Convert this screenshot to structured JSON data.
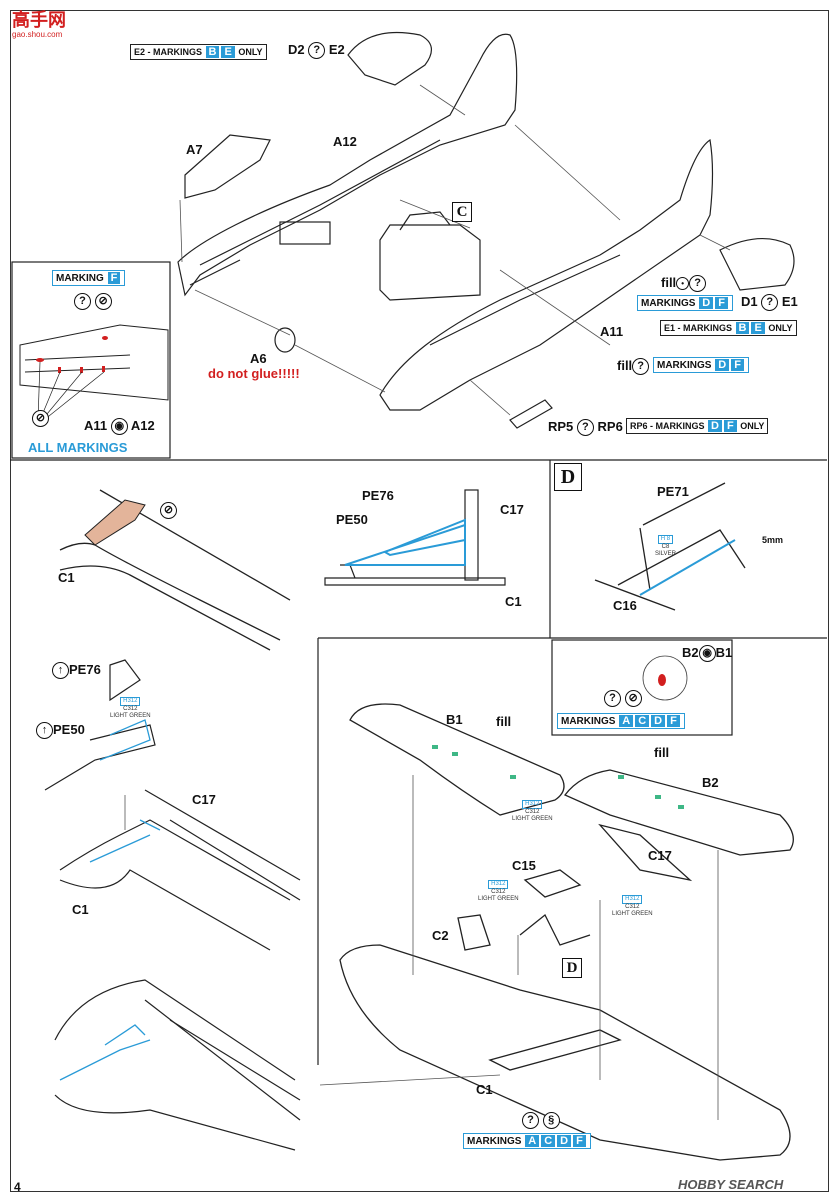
{
  "watermark": {
    "brand": "高手网",
    "url": "gao.shou.com"
  },
  "page_number": "4",
  "footer_logo": "HOBBY SEARCH",
  "top": {
    "e2_markings": {
      "prefix": "E2 - MARKINGS",
      "codes": [
        "B",
        "E"
      ],
      "suffix": "ONLY"
    },
    "d2_e2": {
      "left": "D2",
      "right": "E2"
    },
    "a7": "A7",
    "a12": "A12",
    "c_box": "C",
    "a6": "A6",
    "do_not_glue": "do not glue!!!!!",
    "fill_d1": {
      "label": "fill",
      "sym": "?"
    },
    "markings_df_1": {
      "prefix": "MARKINGS",
      "codes": [
        "D",
        "F"
      ]
    },
    "d1_e1": {
      "left": "D1",
      "right": "E1"
    },
    "e1_markings": {
      "prefix": "E1 - MARKINGS",
      "codes": [
        "B",
        "E"
      ],
      "suffix": "ONLY"
    },
    "a11": "A11",
    "fill_d2": {
      "label": "fill",
      "sym": "?"
    },
    "markings_df_2": {
      "prefix": "MARKINGS",
      "codes": [
        "D",
        "F"
      ]
    },
    "rp5_rp6": {
      "left": "RP5",
      "right": "RP6"
    },
    "rp6_markings": {
      "prefix": "RP6 - MARKINGS",
      "codes": [
        "D",
        "F"
      ],
      "suffix": "ONLY"
    }
  },
  "inset_left": {
    "marking_f": {
      "prefix": "MARKING",
      "codes": [
        "F"
      ]
    },
    "a11_a12": {
      "left": "A11",
      "right": "A12"
    },
    "all_markings": "ALL MARKINGS"
  },
  "middle": {
    "c1_a": "C1",
    "pe76": "PE76",
    "pe50": "PE50",
    "c17": "C17",
    "c1_b": "C1",
    "d_box": "D",
    "pe71": "PE71",
    "dim_5mm": "5mm",
    "c16": "C16",
    "paint_c8": {
      "h": "H 8",
      "c": "C8",
      "name": "SILVER"
    }
  },
  "bottom_left": {
    "pe76": "PE76",
    "pe50": "PE50",
    "c17": "C17",
    "c1": "C1",
    "paint": {
      "h": "H312",
      "c": "C312",
      "name": "LIGHT GREEN"
    }
  },
  "bottom_right": {
    "b2_b1": {
      "left": "B2",
      "right": "B1"
    },
    "markings_acdf_1": {
      "prefix": "MARKINGS",
      "codes": [
        "A",
        "C",
        "D",
        "F"
      ]
    },
    "b1": "B1",
    "fill_1": "fill",
    "fill_2": "fill",
    "b2": "B2",
    "c15": "C15",
    "c17": "C17",
    "c2": "C2",
    "d_box": "D",
    "c1": "C1",
    "paint": {
      "h": "H312",
      "c": "C312",
      "name": "LIGHT GREEN"
    },
    "markings_acdf_2": {
      "prefix": "MARKINGS",
      "codes": [
        "A",
        "C",
        "D",
        "F"
      ]
    }
  },
  "colors": {
    "accent": "#2a9bd7",
    "warning": "#d21f1f",
    "tan": "#e3b49a"
  }
}
